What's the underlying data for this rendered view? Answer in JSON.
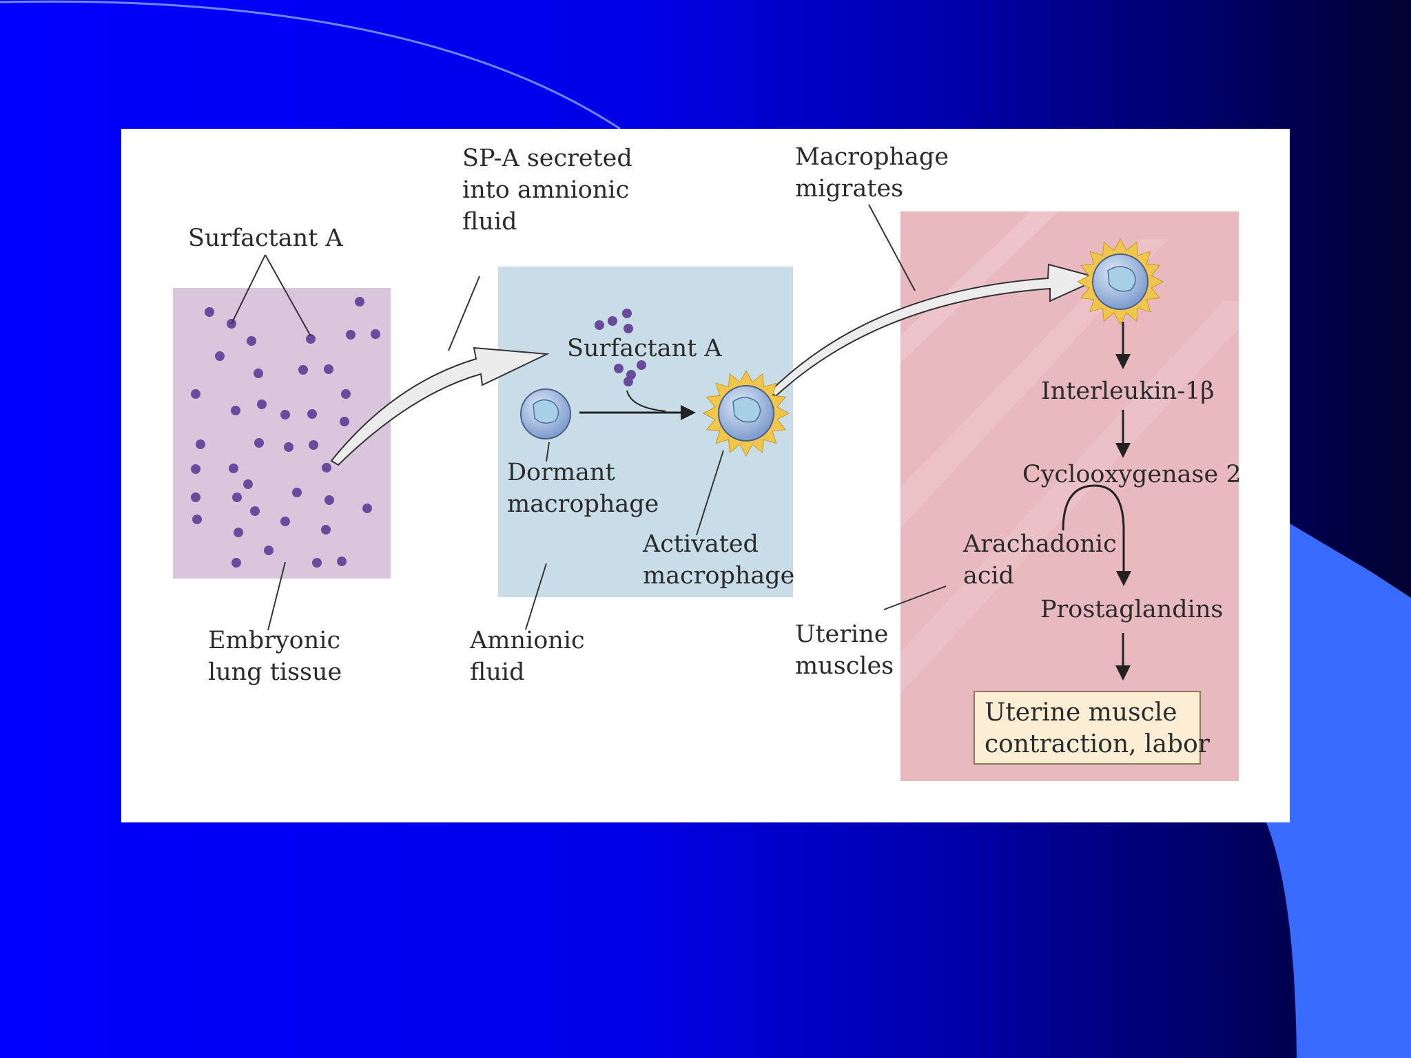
{
  "slide": {
    "colors": {
      "background_start": "#0000ff",
      "background_end": "#000030",
      "accent_shape": "#3a6bff"
    }
  },
  "diagram": {
    "labels": {
      "surfactant_a_left": "Surfactant A",
      "sp_a_secreted": [
        "SP-A secreted",
        "into amnionic",
        "fluid"
      ],
      "macrophage_migrates": [
        "Macrophage",
        "migrates"
      ],
      "surfactant_a_middle": "Surfactant A",
      "dormant_macrophage": [
        "Dormant",
        "macrophage"
      ],
      "activated_macrophage": [
        "Activated",
        "macrophage"
      ],
      "embryonic_lung_tissue": [
        "Embryonic",
        "lung tissue"
      ],
      "amnionic_fluid": [
        "Amnionic",
        "fluid"
      ],
      "uterine_muscles": [
        "Uterine",
        "muscles"
      ],
      "interleukin": "Interleukin-1β",
      "cyclooxygenase": "Cyclooxygenase 2",
      "arachadonic_acid": [
        "Arachadonic",
        "acid"
      ],
      "prostaglandins": "Prostaglandins",
      "outcome_box": [
        "Uterine muscle",
        "contraction, labor"
      ]
    },
    "colors": {
      "lung_tissue": "#d9c6dc",
      "surfactant_dot": "#6a4a9c",
      "amnionic_fluid": "#c9dde9",
      "uterine_muscle": "#e8b9bf",
      "outcome_box": "#fbeed5",
      "macrophage_halo": "#f2c64a",
      "macrophage_cell": "#8fb0d8"
    }
  }
}
